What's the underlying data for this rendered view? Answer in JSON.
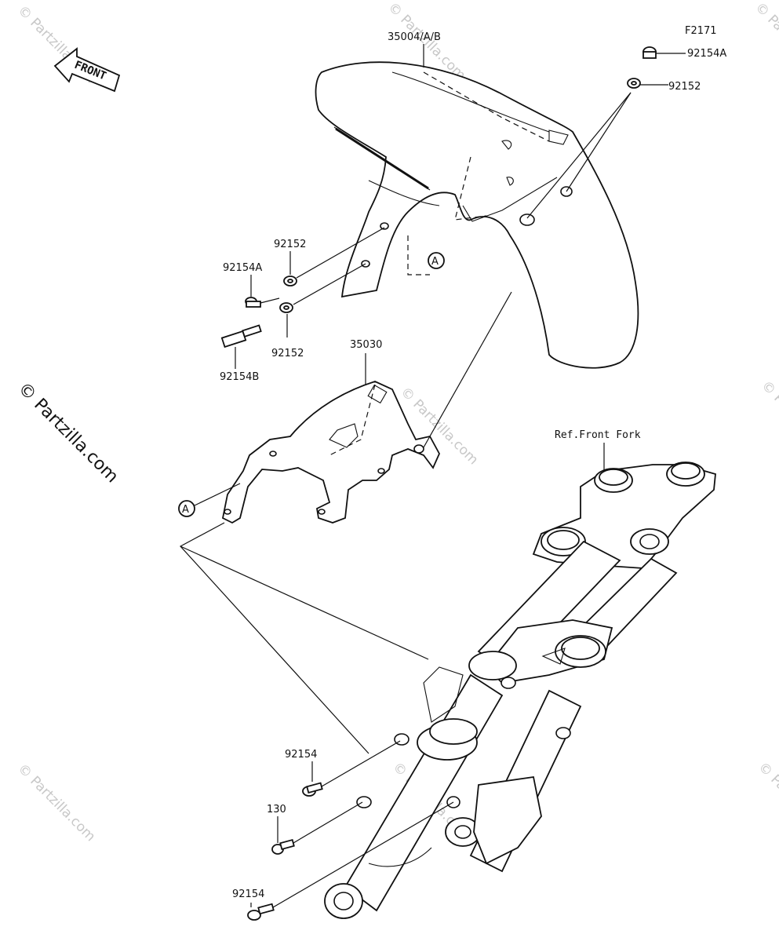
{
  "figure_id": "F2171",
  "front_arrow_label": "FRONT",
  "reference_label": "Ref.Front Fork",
  "callout_marker": "A",
  "watermark_main": "© Partzilla.com",
  "watermark_repeat": "© Partzilla.com",
  "part_labels": {
    "fender": "35004/A/B",
    "bolt_top": "92154A",
    "washer_top": "92152",
    "washer_left_upper": "92152",
    "bolt_left": "92154A",
    "washer_left_lower": "92152",
    "stud_left": "92154B",
    "stay": "35030",
    "bolt_fork_upper": "92154",
    "bolt_fork_mid": "130",
    "bolt_fork_lower": "92154"
  }
}
